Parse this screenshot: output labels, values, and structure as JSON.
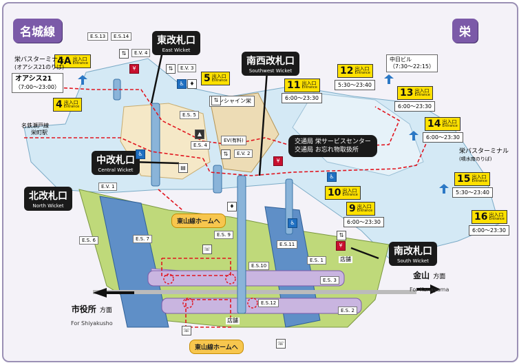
{
  "lines": {
    "meijo": "名城線",
    "sakae": "栄"
  },
  "wickets": {
    "east": {
      "jp": "東改札口",
      "en": "East Wicket"
    },
    "southwest": {
      "jp": "南西改札口",
      "en": "Southwest Wicket"
    },
    "central": {
      "jp": "中改札口",
      "en": "Central Wicket"
    },
    "north": {
      "jp": "北改札口",
      "en": "North Wicket"
    },
    "south": {
      "jp": "南改札口",
      "en": "South Wicket"
    }
  },
  "exit_label": {
    "jp": "出入口",
    "en": "Entrance"
  },
  "exits": {
    "e4a": "4A",
    "e4": "4",
    "e5": "5",
    "e9": "9",
    "e10": "10",
    "e11": "11",
    "e12": "12",
    "e13": "13",
    "e14": "14",
    "e15": "15",
    "e16": "16"
  },
  "hours": {
    "e9": "6:00～23:30",
    "e11": "6:00～23:30",
    "e12": "5:30～23:40",
    "e13": "6:00～23:30",
    "e14": "6:00～23:30",
    "e15": "5:30～23:40",
    "e16": "6:00～23:30"
  },
  "facilities": {
    "es13": "E.S.13",
    "es14": "E.S.14",
    "ev4": "E.V. 4",
    "ev3": "E.V. 3",
    "es5": "E.S. 5",
    "es4": "E.S. 4",
    "ev_free": "EV(有料)",
    "ev2": "E.V. 2",
    "ev1": "E.V. 1",
    "es9": "E.S. 9",
    "es11": "E.S.11",
    "es10": "E.S.10",
    "es1": "E.S. 1",
    "es3": "E.S. 3",
    "es12": "E.S.12",
    "es2": "E.S. 2",
    "es6": "E.S. 6",
    "es7": "E.S. 7"
  },
  "labels": {
    "bus_oasis_1": "栄バスターミナル",
    "bus_oasis_2": "(オアシス21のりば)",
    "oasis_title": "オアシス21",
    "oasis_hours": "（7:00～23:00）",
    "sunshine": "サンシャイン栄",
    "chunichi": "中日ビル",
    "chunichi_hours": "（7:30～22:15）",
    "bus_sakae_1": "栄バスターミナル",
    "bus_sakae_2": "(噴水南のりば)",
    "meitetsu_1": "名鉄瀬戸線",
    "meitetsu_2": "栄町駅",
    "service_1": "交通局 栄サービスセンター",
    "service_2": "交通局 お忘れ物取扱所",
    "shop_1": "店舗",
    "shop_2": "店舗",
    "higashiyama_1": "東山線ホームへ",
    "higashiyama_2": "東山線ホームへ"
  },
  "directions": {
    "kanayama": {
      "jp": "金山",
      "suffix": "方面",
      "en": "For Kanayama"
    },
    "shiyakusho": {
      "jp": "市役所",
      "suffix": "方面",
      "en": "For Shiyakusho"
    }
  },
  "colors": {
    "concourse": "#d4e9f5",
    "platform_area": "#bfd97a",
    "track": "#c9b5e0",
    "line_badge": "#7b5aa8",
    "exit_tag": "#ffe100",
    "route": "#e1141e"
  }
}
